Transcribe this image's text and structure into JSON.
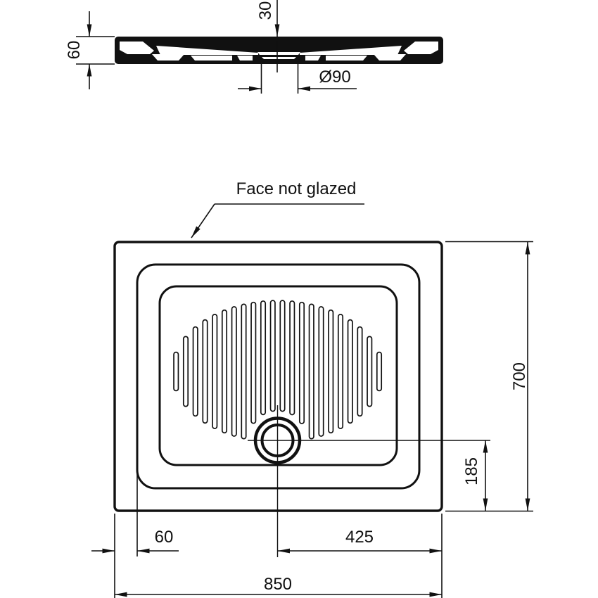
{
  "drawing": {
    "callout": {
      "label": "Face not glazed"
    },
    "section_view": {
      "height_label": "60",
      "inner_depth_label": "30",
      "drain_diameter_label": "Ø90"
    },
    "plan_view": {
      "overall_width_label": "850",
      "overall_depth_label": "700",
      "drain_center_from_right_label": "425",
      "drain_center_from_bottom_label": "185",
      "rim_width_label": "60",
      "ribs": {
        "count": 22
      },
      "drain": {
        "rings": 2
      }
    },
    "colors": {
      "line": "#111111",
      "background": "#ffffff"
    }
  }
}
